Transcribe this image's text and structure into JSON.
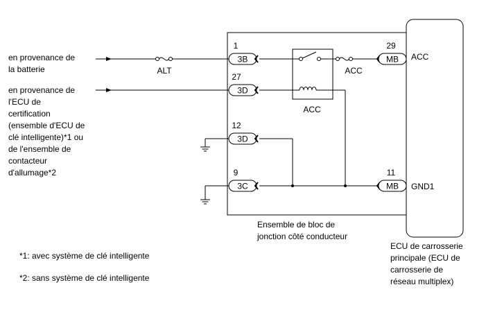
{
  "sources": {
    "battery": [
      "en provenance de",
      "la batterie"
    ],
    "certification": [
      "en provenance de",
      "l'ECU de",
      "certification",
      "(ensemble d'ECU de",
      "clé intelligente)*1 ou",
      "de l'ensemble de",
      "contacteur",
      "d'allumage*2"
    ]
  },
  "fuses": {
    "alt": "ALT",
    "acc": "ACC"
  },
  "relay": {
    "label": "ACC"
  },
  "junction_block": {
    "label": [
      "Ensemble de bloc de",
      "jonction côté conducteur"
    ],
    "pins": [
      {
        "number": "1",
        "connector": "3B"
      },
      {
        "number": "27",
        "connector": "3D"
      },
      {
        "number": "12",
        "connector": "3D"
      },
      {
        "number": "9",
        "connector": "3C"
      }
    ]
  },
  "ecu": {
    "label": [
      "ECU de carrosserie",
      "principale (ECU de",
      "carrosserie de",
      "réseau multiplex)"
    ],
    "pins": [
      {
        "number": "29",
        "connector": "MB",
        "signal": "ACC"
      },
      {
        "number": "11",
        "connector": "MB",
        "signal": "GND1"
      }
    ]
  },
  "notes": [
    "*1: avec système de clé intelligente",
    "*2: sans système de clé intelligente"
  ]
}
